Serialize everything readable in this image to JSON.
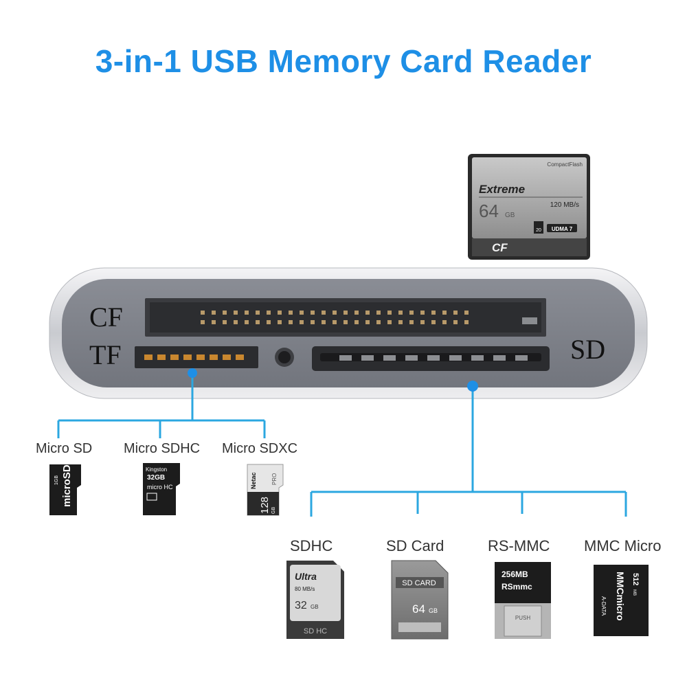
{
  "title": "3-in-1 USB Memory Card Reader",
  "colors": {
    "accent": "#1e8fe6",
    "connector": "#2ba7e0",
    "reader_body": "#7d8088",
    "reader_frame": "#d9dade"
  },
  "reader": {
    "cf_label": "CF",
    "tf_label": "TF",
    "sd_label": "SD"
  },
  "cf_card": {
    "brand": "CompactFlash",
    "name": "Extreme",
    "capacity": "64",
    "capacity_unit": "GB",
    "speed": "120 MB/s",
    "udma": "UDMA 7",
    "vpg": "20",
    "type": "CF"
  },
  "tf_cards": [
    {
      "label": "Micro SD",
      "card_text": "microSD",
      "capacity": "1GB"
    },
    {
      "label": "Micro SDHC",
      "brand": "Kingston",
      "capacity": "32GB",
      "card_text": "micro HC"
    },
    {
      "label": "Micro SDXC",
      "brand": "Netac",
      "capacity": "128",
      "capacity_unit": "GB",
      "card_text": "PRO"
    }
  ],
  "sd_cards": [
    {
      "label": "SDHC",
      "name": "Ultra",
      "speed": "80 MB/s",
      "capacity": "32",
      "capacity_unit": "GB",
      "footer": "SD HC"
    },
    {
      "label": "SD Card",
      "name": "SD CARD",
      "capacity": "64",
      "capacity_unit": "GB"
    },
    {
      "label": "RS-MMC",
      "capacity": "256MB",
      "name": "RSmmc",
      "footer": "PUSH"
    },
    {
      "label": "MMC Micro",
      "name": "MMCmicro",
      "capacity": "512",
      "capacity_unit": "MB",
      "brand": "A-DATA"
    }
  ]
}
